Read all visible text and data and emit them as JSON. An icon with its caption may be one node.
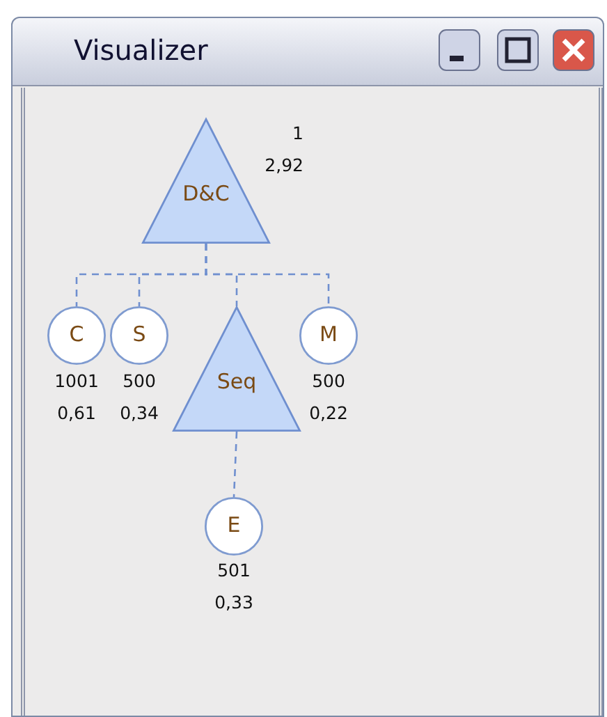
{
  "diagram": {
    "title": "Visualizer",
    "nodes": [
      {
        "text": [
          "D&C"
        ],
        "beside": [
          "1",
          "2,92"
        ]
      },
      {
        "text": [
          "C"
        ],
        "beside": [
          "1001",
          "0,61"
        ]
      },
      {
        "text": [
          "S"
        ],
        "beside": [
          "500",
          "0,34"
        ]
      },
      {
        "text": [
          "Seq"
        ]
      },
      {
        "text": [
          "M"
        ],
        "beside": [
          "500",
          "0,22"
        ]
      },
      {
        "text": [
          "E"
        ],
        "beside": [
          "501",
          "0,33"
        ]
      }
    ],
    "edges": [
      {
        "from": 0,
        "to": 1,
        "arrow": "none",
        "style": "dashed"
      },
      {
        "from": 0,
        "to": 2,
        "arrow": "none",
        "style": "dashed"
      },
      {
        "from": 0,
        "to": 3,
        "arrow": "none",
        "style": "dashed"
      },
      {
        "from": 0,
        "to": 4,
        "arrow": "none",
        "style": "dashed"
      },
      {
        "from": 3,
        "to": 5,
        "arrow": "none",
        "style": "dashed"
      }
    ]
  }
}
